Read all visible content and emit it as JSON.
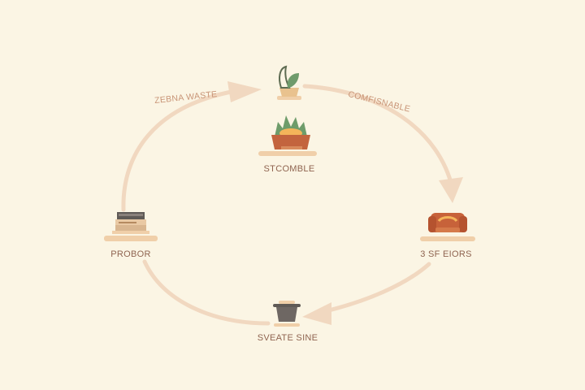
{
  "diagram": {
    "arc_labels": {
      "top_left": "ZEBNA WASTE",
      "top_right": "COMFISNABLE"
    },
    "nodes": {
      "top": {
        "label": "STCOMBLE",
        "icon": "plant-on-block-icon"
      },
      "top_small": {
        "icon": "sprout-in-pot-icon"
      },
      "right": {
        "label": "3 SF EIORS",
        "icon": "armchair-icon"
      },
      "bottom": {
        "label": "SVEATE SINE",
        "icon": "pot-icon"
      },
      "left": {
        "label": "PROBOR",
        "icon": "stacked-boxes-icon"
      }
    },
    "colors": {
      "background": "#fbf5e4",
      "cycle_arrow": "#f0d6bd",
      "label": "#a4755a",
      "shelf": "#f0cfa9",
      "green": "#6e9c6a",
      "terracotta": "#c3643e"
    }
  }
}
